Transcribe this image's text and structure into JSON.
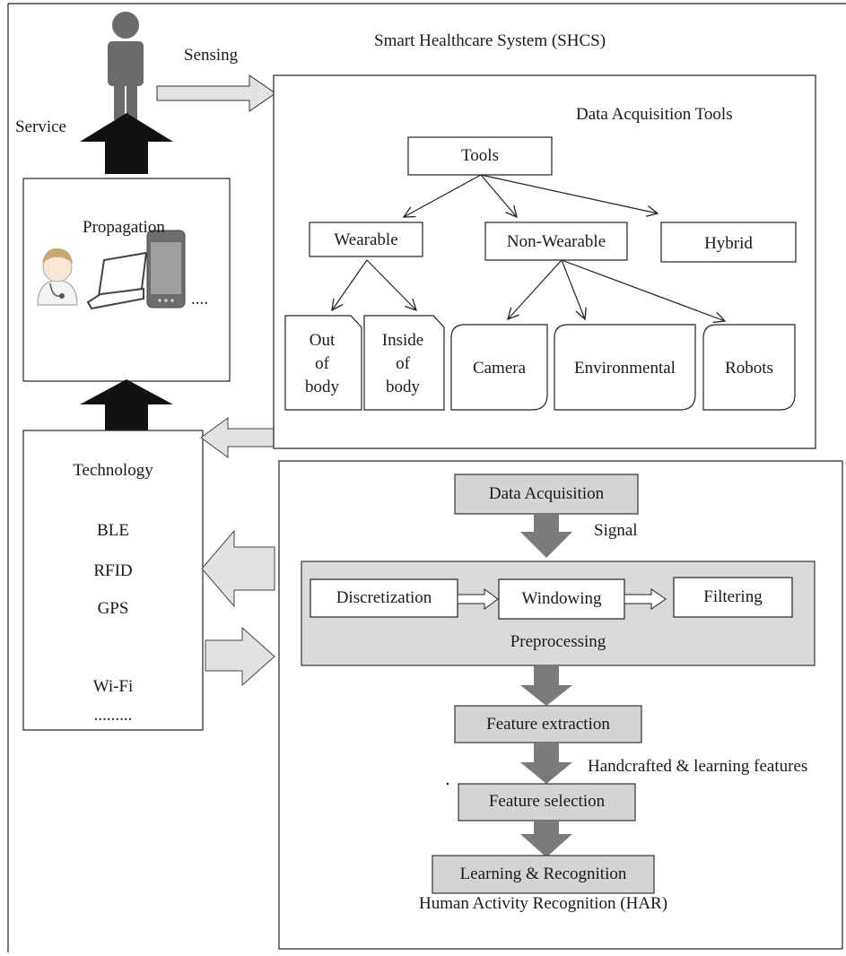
{
  "title": "Smart Healthcare System (SHCS)",
  "user_flow": {
    "sensing": "Sensing",
    "service": "Service"
  },
  "propagation": {
    "title": "Propagation",
    "more": "...."
  },
  "technology": {
    "title": "Technology",
    "items": [
      "BLE",
      "RFID",
      "GPS",
      "Wi-Fi",
      "........."
    ]
  },
  "data_acquisition_tools": {
    "title": "Data Acquisition Tools",
    "root": "Tools",
    "categories": [
      "Wearable",
      "Non-Wearable",
      "Hybrid"
    ],
    "wearable_children": [
      [
        "Out",
        "of",
        "body"
      ],
      [
        "Inside",
        "of",
        "body"
      ]
    ],
    "non_wearable_children": [
      "Camera",
      "Environmental",
      "Robots"
    ]
  },
  "har": {
    "data_acquisition": "Data Acquisition",
    "signal": "Signal",
    "preprocessing": {
      "title": "Preprocessing",
      "steps": [
        "Discretization",
        "Windowing",
        "Filtering"
      ]
    },
    "feature_extraction": "Feature extraction",
    "handcrafted": "Handcrafted & learning features",
    "feature_selection": "Feature selection",
    "learning": "Learning & Recognition",
    "caption": "Human Activity Recognition (HAR)"
  },
  "colors": {
    "line": "#222222",
    "gray_fill": "#d4d4d4",
    "panel_fill": "#dadada",
    "arrow_fill": "#e2e2e2",
    "dark_arrow": "#7b7b7b",
    "black_arrow": "#111111",
    "person": "#6b6b6b"
  }
}
